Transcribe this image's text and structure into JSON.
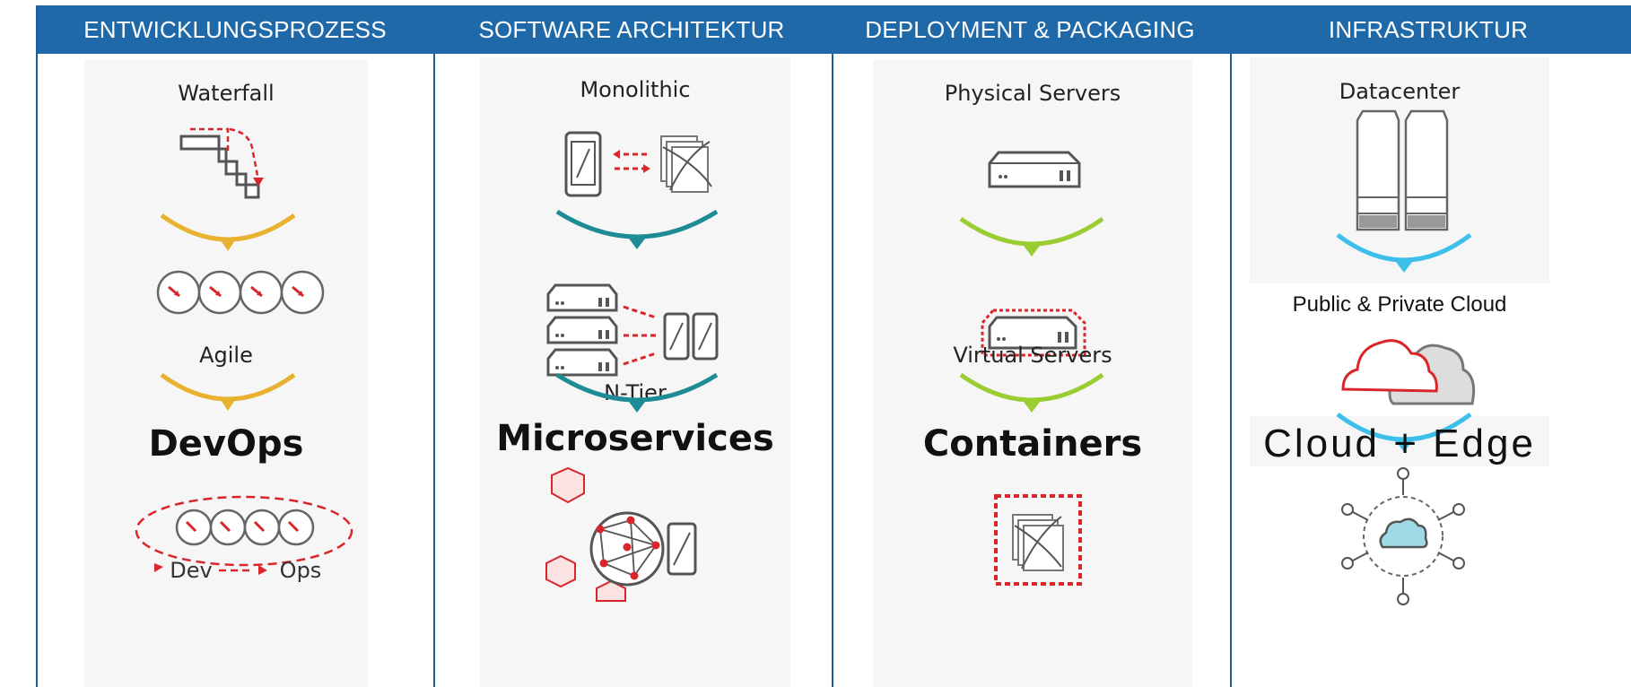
{
  "headers": [
    "ENTWICKLUNGSPROZESS",
    "SOFTWARE ARCHITEKTUR",
    "DEPLOYMENT & PACKAGING",
    "INFRASTRUKTUR"
  ],
  "columns": {
    "dev": {
      "stage1": "Waterfall",
      "stage2": "Agile",
      "stage3": "DevOps",
      "dev_label": "Dev",
      "ops_label": "Ops"
    },
    "arch": {
      "stage1": "Monolithic",
      "stage2": "N-Tier",
      "stage3": "Microservices"
    },
    "deploy": {
      "stage1": "Physical Servers",
      "stage2": "Virtual Servers",
      "stage3": "Containers"
    },
    "infra": {
      "stage1": "Datacenter",
      "stage2": "Public & Private Cloud",
      "stage3": "Cloud + Edge"
    }
  },
  "colors": {
    "header_bg": "#1f69a8",
    "dev_arc": "#e8b230",
    "arch_arc": "#1d8c95",
    "deploy_arc": "#9acd32",
    "infra_arc": "#3cc0ea",
    "accent_red": "#d9262b"
  },
  "icons": [
    "waterfall-steps-icon",
    "iteration-circles-icon",
    "devops-loop-icon",
    "mobile-phone-icon",
    "app-stack-icon",
    "server-stack-icon",
    "microservices-network-icon",
    "server-icon",
    "virtual-server-icon",
    "container-icon",
    "datacenter-servers-icon",
    "clouds-icon",
    "edge-cloud-icon"
  ]
}
